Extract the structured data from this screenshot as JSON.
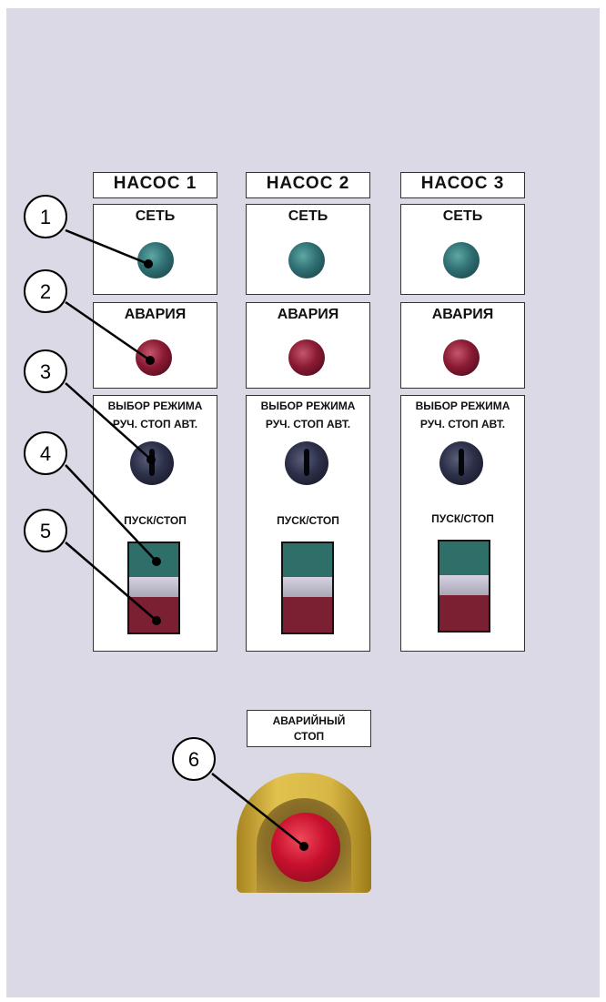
{
  "columns": [
    {
      "title": "НАСОС 1",
      "power_label": "СЕТЬ",
      "alarm_label": "АВАРИЯ",
      "mode_line1": "ВЫБОР РЕЖИМА",
      "mode_line2": "РУЧ. СТОП АВТ.",
      "startstop_label": "ПУСК/СТОП"
    },
    {
      "title": "НАСОС 2",
      "power_label": "СЕТЬ",
      "alarm_label": "АВАРИЯ",
      "mode_line1": "ВЫБОР РЕЖИМА",
      "mode_line2": "РУЧ. СТОП АВТ.",
      "startstop_label": "ПУСК/СТОП"
    },
    {
      "title": "НАСОС 3",
      "power_label": "СЕТЬ",
      "alarm_label": "АВАРИЯ",
      "mode_line1": "ВЫБОР РЕЖИМА",
      "mode_line2": "РУЧ. СТОП АВТ.",
      "startstop_label": "ПУСК/СТОП"
    }
  ],
  "emergency": {
    "line1": "АВАРИЙНЫЙ",
    "line2": "СТОП"
  },
  "callouts": [
    "1",
    "2",
    "3",
    "4",
    "5",
    "6"
  ],
  "colors": {
    "panel": "#dcd9e6",
    "power_lamp": "#2f6f73",
    "alarm_lamp": "#8a1a33",
    "start_button": "#2f6f69",
    "stop_button": "#7b1f33",
    "emergency_guard": "#c9a43a",
    "emergency_button": "#c8102e"
  }
}
